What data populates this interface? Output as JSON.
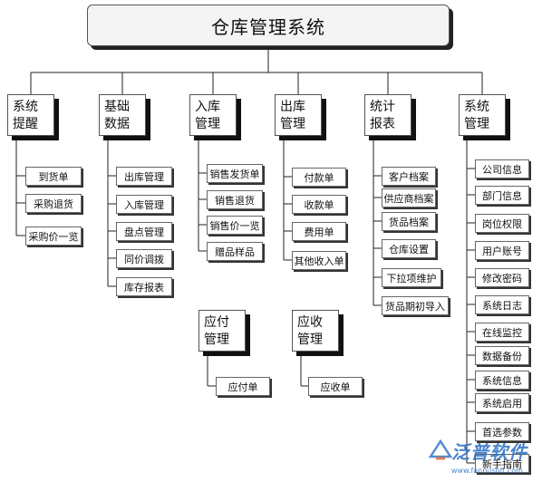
{
  "root": {
    "title": "仓库管理系统"
  },
  "categories": [
    {
      "label": "系统\n提醒",
      "items": [
        "到货单",
        "采购退货",
        "采购价一览"
      ]
    },
    {
      "label": "基础\n数据",
      "items": [
        "出库管理",
        "入库管理",
        "盘点管理",
        "同价调拨",
        "库存报表"
      ]
    },
    {
      "label": "入库\n管理",
      "items": [
        "销售发货单",
        "销售退货",
        "销售价一览",
        "赠品样品"
      ]
    },
    {
      "label": "出库\n管理",
      "items": [
        "付款单",
        "收款单",
        "费用单",
        "其他收入单"
      ]
    },
    {
      "label": "统计\n报表",
      "items": [
        "客户档案",
        "供应商档案",
        "货品档案",
        "仓库设置",
        "下拉项维护",
        "货品期初导入"
      ]
    },
    {
      "label": "系统\n管理",
      "items": [
        "公司信息",
        "部门信息",
        "岗位权限",
        "用户账号",
        "修改密码",
        "系统日志",
        "在线监控",
        "数据备份",
        "系统信息",
        "系统启用",
        "首选参数",
        "新手指南"
      ]
    },
    {
      "label": "应付\n管理",
      "items": [
        "应付单"
      ]
    },
    {
      "label": "应收\n管理",
      "items": [
        "应收单"
      ]
    }
  ],
  "watermark": {
    "brand": "泛普软件",
    "url": "www.fanpusoft.com"
  }
}
